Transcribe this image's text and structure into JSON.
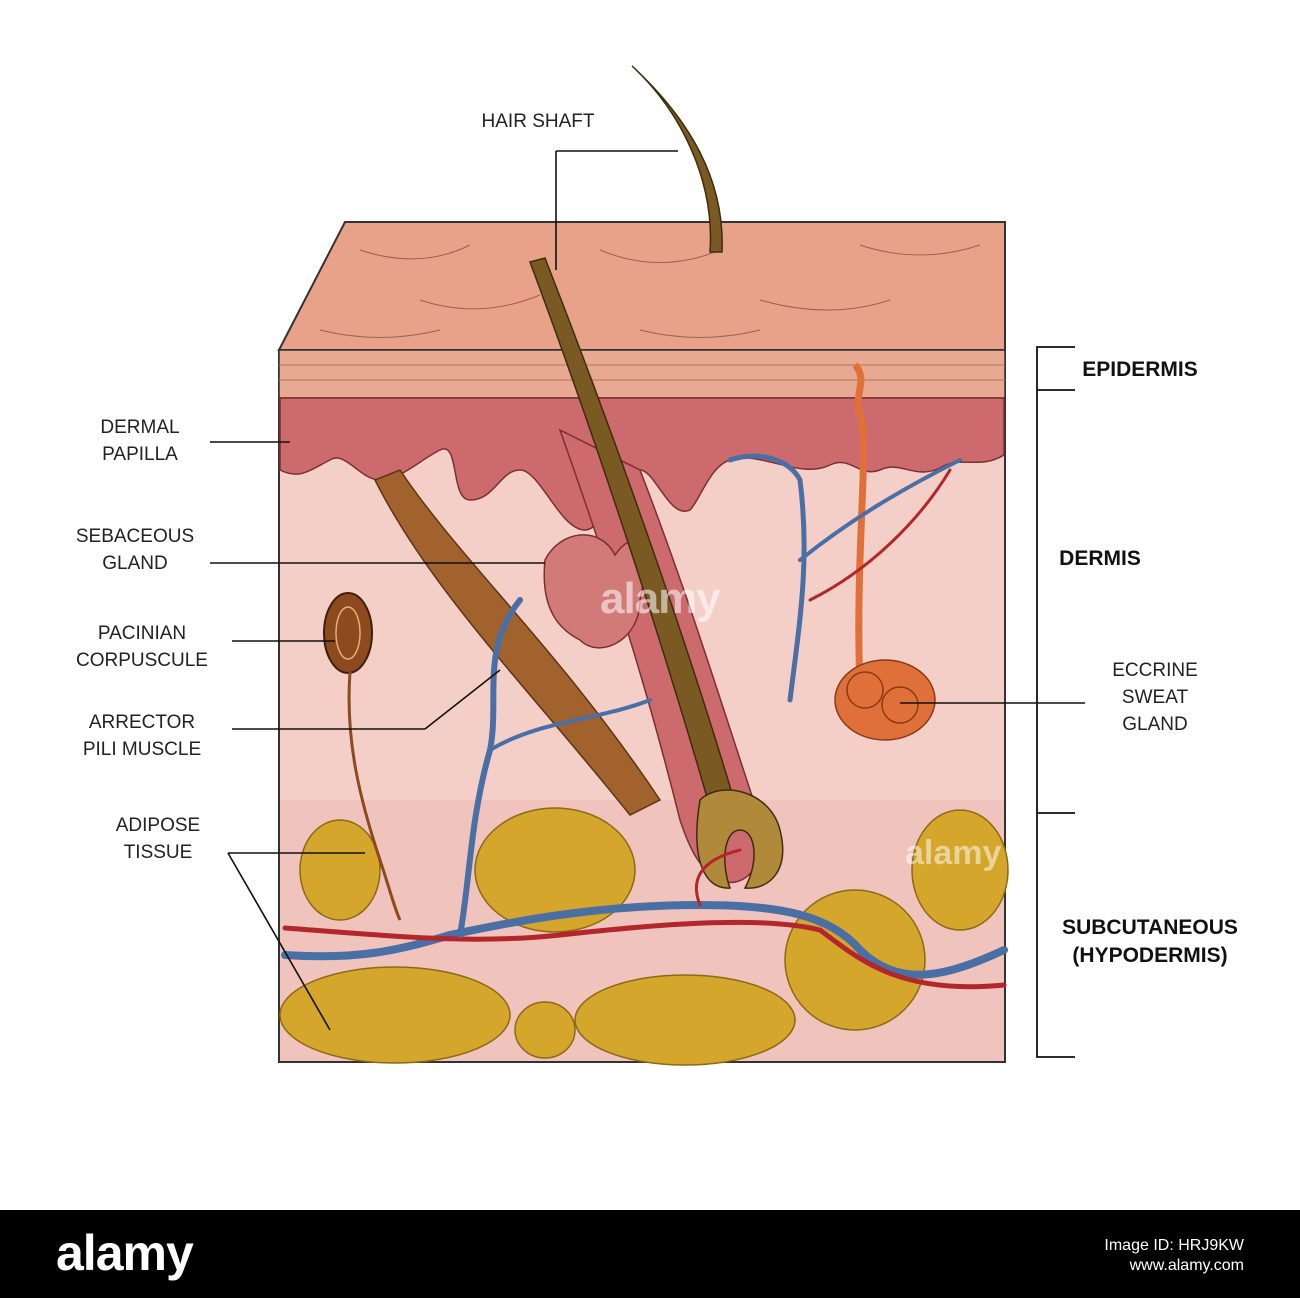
{
  "labels": {
    "hair_shaft": "HAIR SHAFT",
    "dermal_papilla": [
      "DERMAL",
      "PAPILLA"
    ],
    "sebaceous_gland": [
      "SEBACEOUS",
      "GLAND"
    ],
    "pacinian_corpuscle": [
      "PACINIAN",
      "CORPUSCULE"
    ],
    "arrector_pili": [
      "ARRECTOR",
      "PILI MUSCLE"
    ],
    "adipose_tissue": [
      "ADIPOSE",
      "TISSUE"
    ],
    "eccrine_sweat_gland": [
      "ECCRINE",
      "SWEAT",
      "GLAND"
    ]
  },
  "layers": {
    "epidermis": "EPIDERMIS",
    "dermis": "DERMIS",
    "subcutaneous": [
      "SUBCUTANEOUS",
      "(HYPODERMIS)"
    ]
  },
  "watermark": "alamy",
  "footer": {
    "logo": "alamy",
    "image_id": "Image ID: HRJ9KW",
    "site": "www.alamy.com"
  },
  "colors": {
    "epidermis": "#e9a28a",
    "dermal_layer": "#cd6a6e",
    "dermis": "#f3cfc8",
    "adipose": "#d4a72c",
    "vein": "#4a6fa5",
    "artery": "#b3262c",
    "hair": "#7a5a22",
    "muscle": "#a2622d",
    "sweat_gland": "#e0703a"
  }
}
